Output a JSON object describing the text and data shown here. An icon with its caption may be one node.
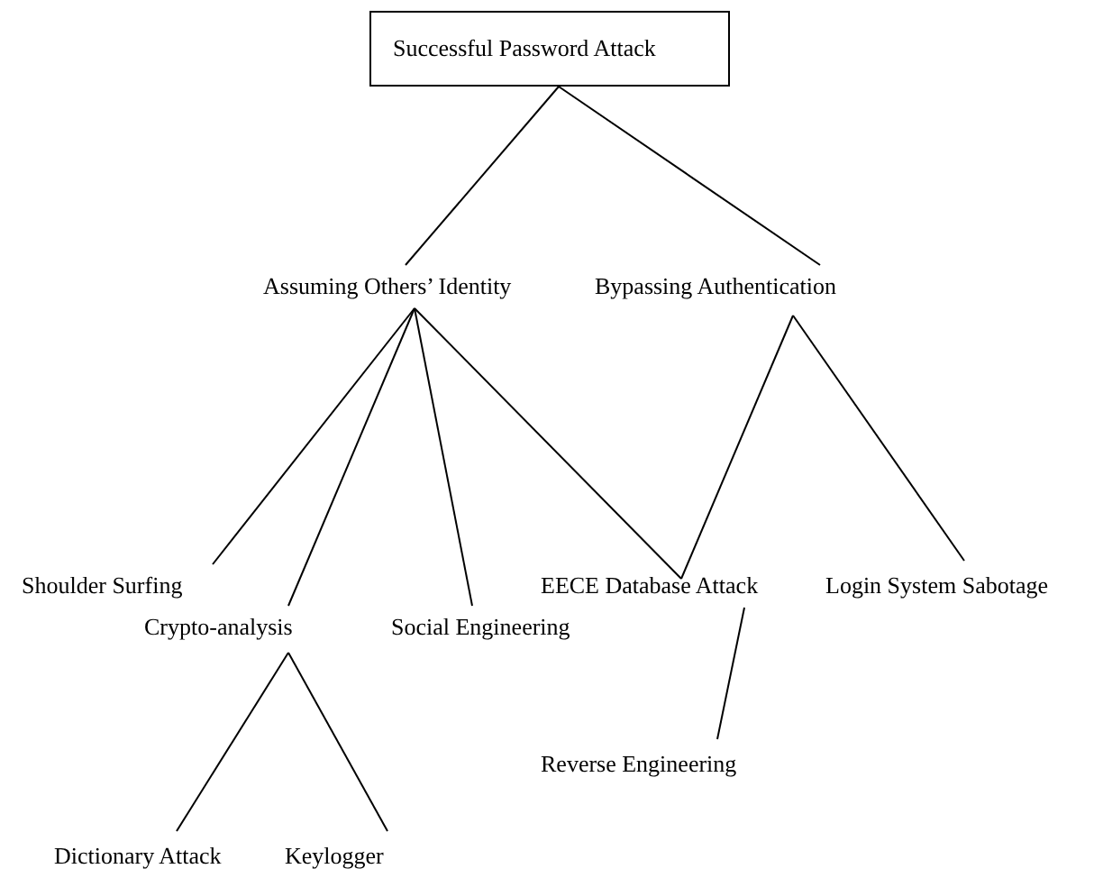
{
  "diagram": {
    "nodes": [
      {
        "text": [
          "Successful Password Attack"
        ]
      },
      {
        "text": [
          "Assuming Others’ Identity"
        ]
      },
      {
        "text": [
          "Bypassing Authentication"
        ]
      },
      {
        "text": [
          "Shoulder Surfing"
        ]
      },
      {
        "text": [
          "Crypto-analysis"
        ]
      },
      {
        "text": [
          "Social Engineering"
        ]
      },
      {
        "text": [
          "EECE Database Attack"
        ]
      },
      {
        "text": [
          "Login System Sabotage"
        ]
      },
      {
        "text": [
          "Reverse Engineering"
        ]
      },
      {
        "text": [
          "Dictionary Attack"
        ]
      },
      {
        "text": [
          "Keylogger"
        ]
      }
    ],
    "edges": [
      {
        "from": 0,
        "to": 1,
        "arrow": "none"
      },
      {
        "from": 0,
        "to": 2,
        "arrow": "none"
      },
      {
        "from": 1,
        "to": 3,
        "arrow": "none"
      },
      {
        "from": 1,
        "to": 4,
        "arrow": "none"
      },
      {
        "from": 1,
        "to": 5,
        "arrow": "none"
      },
      {
        "from": 1,
        "to": 6,
        "arrow": "none"
      },
      {
        "from": 2,
        "to": 6,
        "arrow": "none"
      },
      {
        "from": 2,
        "to": 7,
        "arrow": "none"
      },
      {
        "from": 6,
        "to": 8,
        "arrow": "none"
      },
      {
        "from": 4,
        "to": 9,
        "arrow": "none"
      },
      {
        "from": 4,
        "to": 10,
        "arrow": "none"
      }
    ]
  }
}
